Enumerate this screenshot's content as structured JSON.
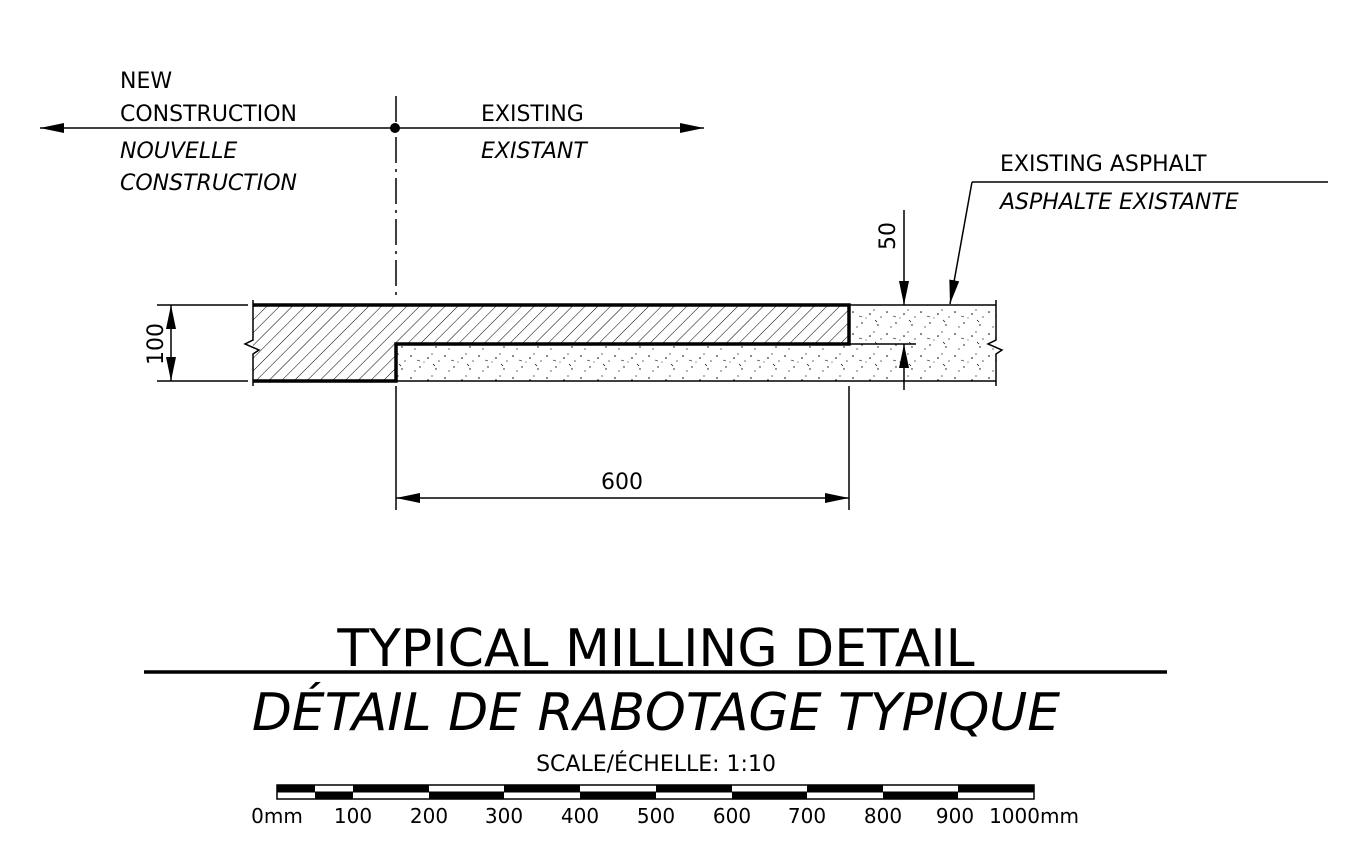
{
  "labels": {
    "new_en_1": "NEW",
    "new_en_2": "CONSTRUCTION",
    "new_fr_1": "NOUVELLE",
    "new_fr_2": "CONSTRUCTION",
    "existing_en": "EXISTING",
    "existing_fr": "EXISTANT",
    "asphalt_en": "EXISTING  ASPHALT",
    "asphalt_fr": "ASPHALTE  EXISTANTE"
  },
  "dimensions": {
    "thickness": "100",
    "milling_depth": "50",
    "milling_width": "600"
  },
  "title": {
    "en": "TYPICAL  MILLING  DETAIL",
    "fr": "DÉTAIL  DE  RABOTAGE  TYPIQUE",
    "scale": "SCALE/ÉCHELLE:  1:10"
  },
  "scale_bar": {
    "ticks": [
      "0mm",
      "100",
      "200",
      "300",
      "400",
      "500",
      "600",
      "700",
      "800",
      "900",
      "1000mm"
    ]
  }
}
